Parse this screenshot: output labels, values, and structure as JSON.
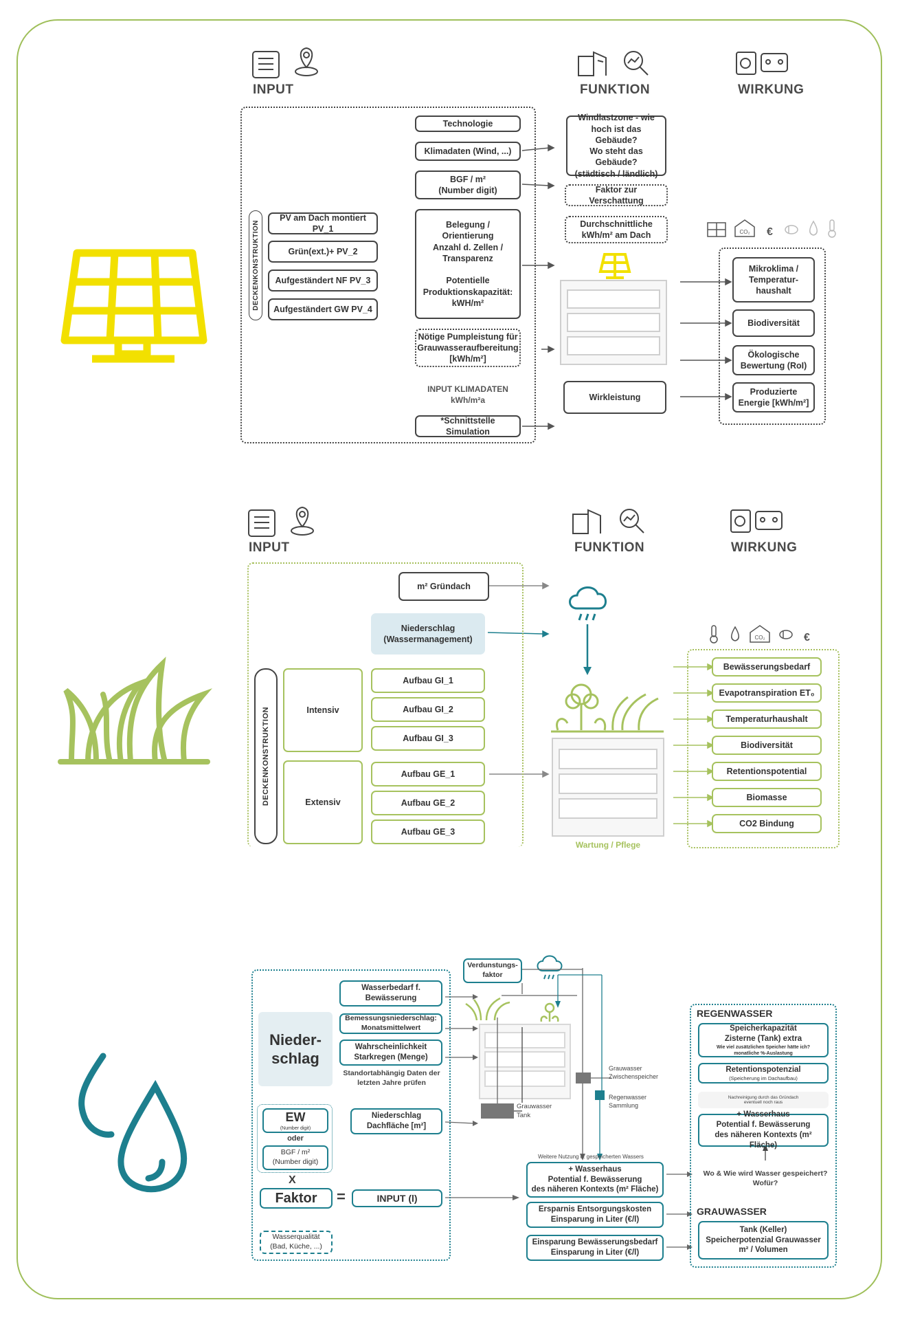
{
  "headers": {
    "input": "INPUT",
    "funktion": "FUNKTION",
    "wirkung": "WIRKUNG"
  },
  "pv": {
    "deckenkonstruktion": "DECKENKONSTRUKTION",
    "left_items": [
      "PV am Dach montiert PV_1",
      "Grün(ext.)+ PV_2",
      "Aufgeständert  NF PV_3",
      "Aufgeständert GW PV_4"
    ],
    "technologie": "Technologie",
    "klimadaten": "Klimadaten (Wind, ...)",
    "bgf": "BGF / m²\n(Number digit)",
    "belegung": "Belegung / Orientierung\nAnzahl d. Zellen /\nTransparenz\n\nPotentielle\nProduktionskapazität:\nkWH/m²",
    "pumpleistung": "Nötige Pumpleistung für\nGrauwasseraufbereitung\n[kWh/m²]",
    "input_klimadaten": "INPUT KLIMADATEN\nkWh/m²a",
    "schnittstelle": "*Schnittstelle Simulation",
    "windlastzone": "Windlastzone - wie\nhoch ist das Gebäude?\nWo steht das Gebäude?\n(städtisch / ländlich)",
    "verschattung": "Faktor zur Verschattung",
    "durchschnitt": "Durchschnittliche\nkWh/m² am Dach",
    "wirkleistung": "Wirkleistung",
    "wirkung_items": [
      "Mikroklima /\nTemperatur-\nhaushalt",
      "Biodiversität",
      "Ökologische\nBewertung (RoI)",
      "Produzierte\nEnergie [kWh/m²]"
    ],
    "euro": "€",
    "co2": "CO₂"
  },
  "green": {
    "deckenkonstruktion": "DECKENKONSTRUKTION",
    "gruendach": "m² Gründach",
    "niederschlag": "Niederschlag\n(Wassermanagement)",
    "intensiv": "Intensiv",
    "extensiv": "Extensiv",
    "gi_items": [
      "Aufbau GI_1",
      "Aufbau GI_2",
      "Aufbau GI_3"
    ],
    "ge_items": [
      "Aufbau GE_1",
      "Aufbau GE_2",
      "Aufbau GE_3"
    ],
    "wartung": "Wartung / Pflege",
    "wirkung_items": [
      "Bewässerungsbedarf",
      "Evapotranspiration ET₀",
      "Temperaturhaushalt",
      "Biodiversität",
      "Retentionspotential",
      "Biomasse",
      "CO2 Bindung"
    ],
    "euro": "€",
    "co2": "CO₂"
  },
  "water": {
    "niederschlag": "Nieder-\nschlag",
    "wasserbedarf": "Wasserbedarf f.\nBewässerung",
    "bemessung": "Bemessungsniederschlag:\nMonatsmittelwert",
    "starkregen": "Wahrscheinlichkeit\nStarkregen (Menge)",
    "standort": "Standortabhängig Daten der\nletzten Jahre prüfen",
    "ew": "EW",
    "ew_sub": "(Number digit)",
    "oder": "oder",
    "bgf": "BGF / m²\n(Number digit)",
    "x": "X",
    "faktor": "Faktor",
    "eq": "=",
    "input_l": "INPUT (l)",
    "niederschlag_dach": "Niederschlag\nDachfläche [m²]",
    "wasserqualitaet": "Wasserqualität\n(Bad, Küche, ...)",
    "verdunstung": "Verdunstungs-\nfaktor",
    "grauwasser_tank": "Grauwasser\nTank",
    "grauwasser_zw": "Grauwasser\nZwischenspeicher",
    "regenwasser_sammlung": "Regenwasser\nSammlung",
    "weitere_nutzung": "Weitere Nutzung d. gespeicherten Wassers",
    "wasserhaus": "+ Wasserhaus\nPotential f. Bewässerung\ndes näheren Kontexts (m² Fläche)",
    "ersparnis": "Ersparnis Entsorgungskosten\nEinsparung in Liter (€/l)",
    "einsparung": "Einsparung Bewässerungsbedarf\nEinsparung in Liter (€/l)",
    "regenwasser_title": "REGENWASSER",
    "speicher": "Speicherkapazität\nZisterne (Tank) extra",
    "speicher_sub": "Wie viel zusätzlichen Speicher hätte ich?\nmonatliche %-Auslastung",
    "retention": "Retentionspotenzial",
    "retention_sub": "(Speicherung im Dachaufbau)",
    "nachreinigung": "Nachreinigung durch das Gründach\neventuell noch raus",
    "wasserhaus2": "+ Wasserhaus\nPotential f. Bewässerung\ndes näheren Kontexts (m² Fläche)",
    "wo_wie": "Wo & Wie wird Wasser gespeichert?\nWofür?",
    "grauwasser_title": "GRAUWASSER",
    "tank_keller": "Tank (Keller)\nSpeicherpotenzial Grauwasser\nm² / Volumen"
  },
  "colors": {
    "pv": "#f2e000",
    "green": "#a6c25e",
    "water": "#1d7f8e",
    "frame": "#9fbf5a"
  }
}
